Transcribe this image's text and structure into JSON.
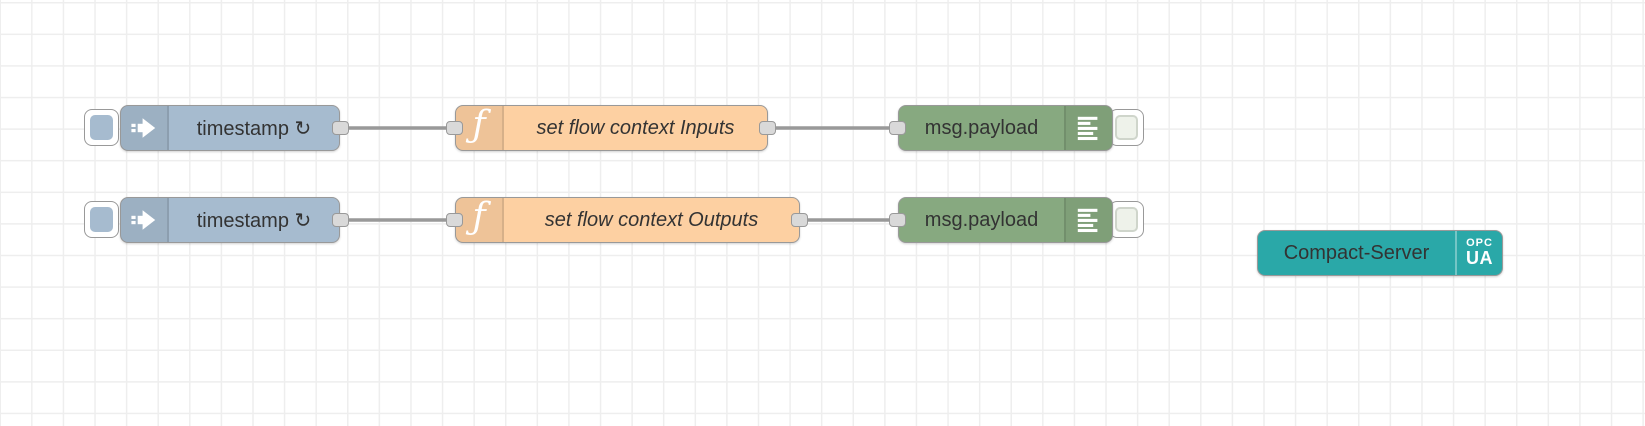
{
  "app": "flow-editor-canvas",
  "canvas": {
    "background_color": "#ffffff",
    "grid_color": "#eeeeee"
  },
  "colors": {
    "inject_node": "#a6bbcf",
    "function_node": "#fdd0a2",
    "debug_node": "#87a980",
    "opcua_server_node": "#2aa8a8",
    "wire": "#999999",
    "port_fill": "#d9d9d9",
    "node_border": "#999999",
    "label_text": "#333333"
  },
  "nodes": [
    {
      "id": "inject-1",
      "type": "inject",
      "label": "timestamp ↻",
      "icon": "inject-arrow-icon"
    },
    {
      "id": "function-1",
      "type": "function",
      "label": "set flow context Inputs",
      "icon": "function-icon",
      "icon_glyph": "ƒ"
    },
    {
      "id": "debug-1",
      "type": "debug",
      "label": "msg.payload",
      "icon": "debug-lines-icon"
    },
    {
      "id": "inject-2",
      "type": "inject",
      "label": "timestamp ↻",
      "icon": "inject-arrow-icon"
    },
    {
      "id": "function-2",
      "type": "function",
      "label": "set flow context Outputs",
      "icon": "function-icon",
      "icon_glyph": "ƒ"
    },
    {
      "id": "debug-2",
      "type": "debug",
      "label": "msg.payload",
      "icon": "debug-lines-icon"
    },
    {
      "id": "opcua-server",
      "type": "opcua-compact-server",
      "label": "Compact-Server",
      "badge_line1": "OPC",
      "badge_line2": "UA"
    }
  ],
  "wires": [
    {
      "from": "inject-1",
      "to": "function-1"
    },
    {
      "from": "function-1",
      "to": "debug-1"
    },
    {
      "from": "inject-2",
      "to": "function-2"
    },
    {
      "from": "function-2",
      "to": "debug-2"
    }
  ]
}
